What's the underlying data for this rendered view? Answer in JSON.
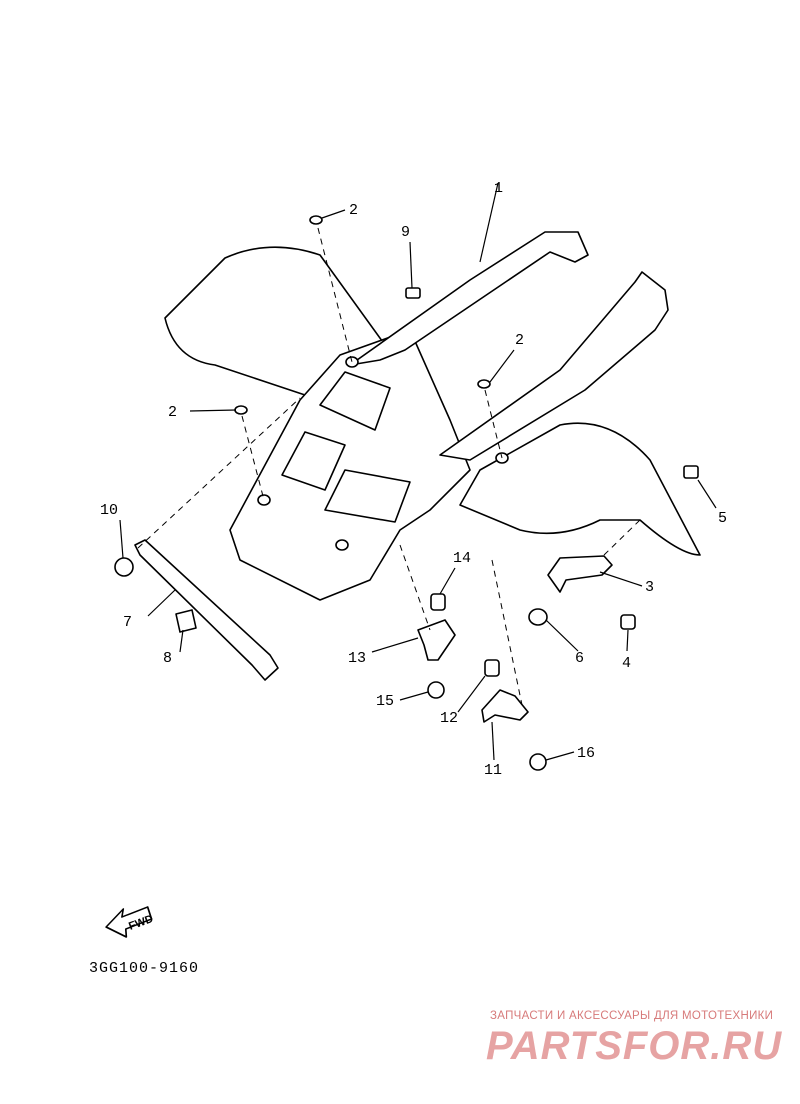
{
  "callouts": [
    "1",
    "2",
    "2",
    "2",
    "3",
    "4",
    "5",
    "6",
    "7",
    "8",
    "9",
    "10",
    "11",
    "12",
    "13",
    "14",
    "15",
    "16"
  ],
  "fwd_label": "FWD",
  "diagram_code": "3GG100-9160",
  "watermark": {
    "tagline": "ЗАПЧАСТИ И АКСЕССУАРЫ ДЛЯ МОТОТЕХНИКИ",
    "logo": "PARTSFOR.RU"
  }
}
